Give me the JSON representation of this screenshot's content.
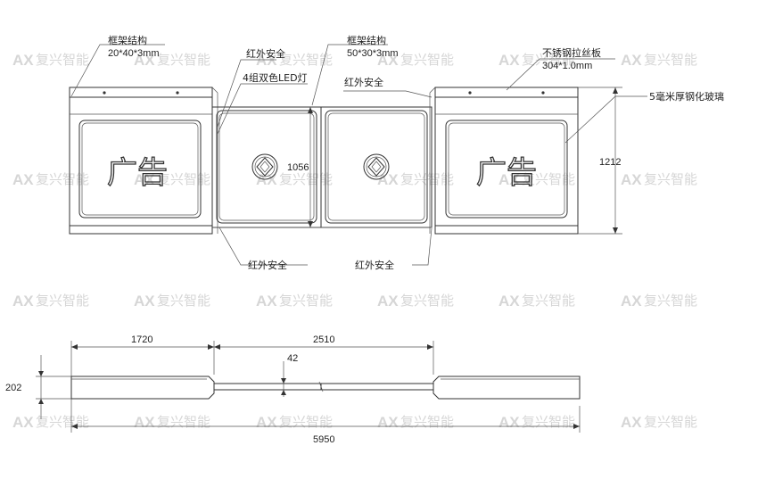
{
  "watermark": {
    "mark": "AX",
    "text": "复兴智能"
  },
  "front_view": {
    "callouts": {
      "frame_left_title": "框架结构",
      "frame_left_spec": "20*40*3mm",
      "ir_top_left": "红外安全",
      "led": "4组双色LED灯",
      "frame_mid_title": "框架结构",
      "frame_mid_spec": "50*30*3mm",
      "ir_top_right": "红外安全",
      "steel_title": "不锈钢拉丝板",
      "steel_spec": "304*1.0mm",
      "glass": "5毫米厚钢化玻璃",
      "ir_bottom_left": "红外安全",
      "ir_bottom_right": "红外安全"
    },
    "ad_text_left": "广告",
    "ad_text_right": "广告",
    "dim_height_inner": "1056",
    "dim_height_outer": "1212"
  },
  "top_view": {
    "dim_left": "1720",
    "dim_mid": "2510",
    "dim_gap": "42",
    "dim_depth": "202",
    "dim_total": "5950"
  }
}
